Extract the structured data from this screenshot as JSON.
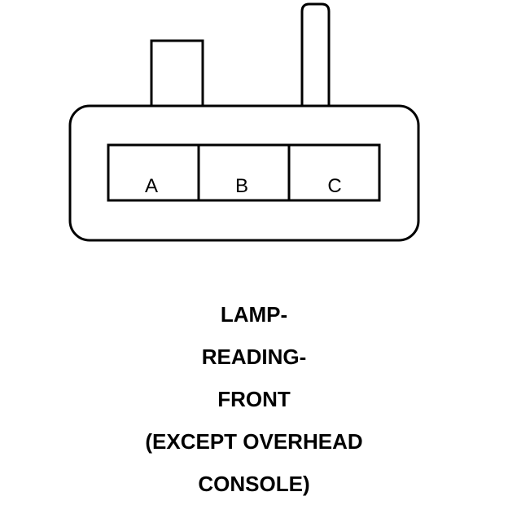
{
  "connector": {
    "pins": [
      {
        "label": "A"
      },
      {
        "label": "B"
      },
      {
        "label": "C"
      }
    ]
  },
  "caption": {
    "lines": [
      "LAMP-",
      "READING-",
      "FRONT",
      "(EXCEPT OVERHEAD",
      "CONSOLE)"
    ]
  },
  "colors": {
    "stroke": "#000000",
    "background": "#ffffff"
  }
}
